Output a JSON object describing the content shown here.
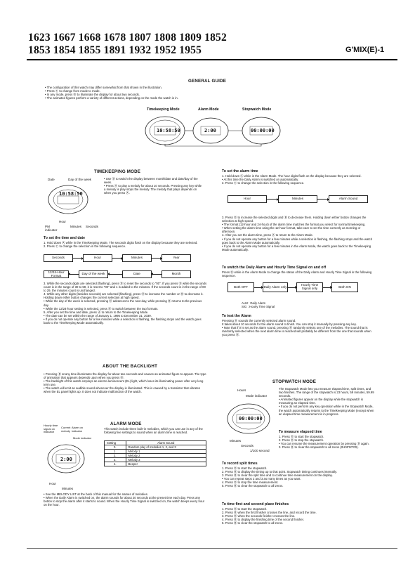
{
  "header": {
    "models_line1": "1623 1667 1668 1678 1807 1808 1809 1852",
    "models_line2": "1853 1854 1855 1891 1932 1952 1955",
    "series": "G'MIX(E)-1"
  },
  "general": {
    "title": "GENERAL GUIDE",
    "lines": [
      "• The configuration of this watch may differ somewhat from that shown in the illustration.",
      "• Press Ⓒ to change from mode to mode.",
      "• In any mode, press Ⓑ to illuminate the display for about two seconds.",
      "• The animated figures perform a variety of different actions, depending on the mode the watch is in."
    ],
    "modes": [
      "Timekeeping Mode",
      "Alarm Mode",
      "Stopwatch Mode"
    ],
    "displays": [
      "10:58:50",
      "2:00",
      "00:00:00"
    ]
  },
  "timekeeping": {
    "title": "TIMEKEEPING MODE",
    "labels": [
      "Date",
      "Day of the week",
      "Hour",
      "Minutes",
      "Seconds",
      "PM indicator"
    ],
    "bullets": [
      "• Use Ⓓ to switch the display between month/date and date/day of the week.",
      "• Press Ⓐ to play a melody for about 10 seconds. Pressing any key while a melody is play stops the melody. The melody that plays depends on when you press Ⓐ."
    ],
    "set_title": "To set the time and date",
    "set_steps": [
      "1. Hold down Ⓐ while in the Timekeeping Mode. The seconds digits flash on the display because they are selected.",
      "2. Press Ⓒ to change the selection in the following sequence."
    ],
    "seq": [
      "Seconds",
      "Hour",
      "Minutes",
      "Year",
      "12/24-Hour Format",
      "Day of the week",
      "Date",
      "Month"
    ],
    "steps2": [
      "3. While the seconds digits are selected (flashing), press Ⓓ to reset the seconds to \"00\". If you press Ⓓ while the seconds count is in the range of 30 to 59, it is reset to \"00\" and 1 is added to the minutes. If the seconds count is in the range of 00 to 29, the minutes count is unchanged.",
      "4. While any other digits (besides seconds) are selected (flashing), press Ⓓ to increase the number or Ⓑ to decrease it. Holding down either button changes the current selection at high speed.",
      "• While the day of the week is selected, pressing Ⓓ advances to the next day, while pressing Ⓑ returns to the previous day.",
      "• While the 12/24-hour setting is selected, press Ⓓ to switch between the two formats.",
      "5. After you set the time and date, press Ⓐ to return to the Timekeeping Mode.",
      "• The date can be set within the range of January 1, 1995 to December 31, 2039.",
      "• If you do not operate any button for a few minutes while a selection is flashing, the flashing stops and the watch goes back to the Timekeeping Mode automatically."
    ]
  },
  "backlight": {
    "title": "ABOUT THE BACKLIGHT",
    "lines": [
      "• Pressing Ⓑ at any time illuminates the display for about two seconds and causes an animated figure to appear. The type of animation that appears depends upon when you press Ⓑ.",
      "• The backlight of this watch employs an electro-luminescent (EL) light, which loses its illuminating power after very long term use.",
      "• The watch will emit an audible sound whenever the display is illuminated. This is caused by a transistor that vibrates when the EL panel lights up. It does not indicate malfunction of the watch."
    ]
  },
  "alarm": {
    "title": "ALARM MODE",
    "labels": [
      "Hourly time signal on indicator",
      "Current melody",
      "Alarm on indicator",
      "Mode indicator",
      "Hour",
      "Minutes"
    ],
    "intro": "This watch include three built-in melodies, which you can use in any of the following five settings to sound when an alarm time is reached.",
    "table_head": [
      "Setting",
      "Alarm Sound"
    ],
    "table_rows": [
      [
        "0.",
        "Random play of melodies 1, 2, and 3"
      ],
      [
        "1.",
        "Melody 1"
      ],
      [
        "2.",
        "Melody 2"
      ],
      [
        "3.",
        "Melody 3"
      ],
      [
        "4.",
        "Beeper"
      ]
    ],
    "notes": [
      "• See the MELODY LIST at the back of this manual for the names of melodies.",
      "• When the Daily Alarm is switched on, the alarm sounds for about 20 seconds at the preset time each day. Press any button to stop the alarm after it starts to sound. When the Hourly Time Signal is switched on, the watch beeps every hour on the hour."
    ]
  },
  "set_alarm": {
    "title": "To set the alarm time",
    "lines": [
      "1. Hold down Ⓐ while in the Alarm Mode. The hour digits flash on the display because they are selected.",
      "• At this time the Daily Alarm is switched on automatically.",
      "2. Press Ⓒ to change the selection in the following sequence."
    ],
    "seq": [
      "Hour",
      "Minutes",
      "Alarm Sound"
    ],
    "lines2": [
      "3. Press Ⓓ to increase the selected digits and Ⓑ to decrease them. Holding down either button changes the selection at high speed.",
      "• The format (12-hour and 24-hour) of the alarm time matches the format you select for normal timekeeping.",
      "• When setting the alarm time using the 12-hour format, take care to set the time correctly as morning or afternoon.",
      "4. After you set the alarm time, press Ⓐ to return to the Alarm Mode.",
      "• If you do not operate any button for a few minutes while a selection is flashing, the flashing stops and the watch goes back to the Alarm Mode automatically.",
      "• If you do not operate any button for a few minutes in the Alarm Mode, the watch goes back to the Timekeeping Mode automatically."
    ]
  },
  "switch": {
    "title": "To switch the Daily Alarm and Hourly Time Signal on and off",
    "line": "Press Ⓓ while in the Alarm Mode to change the status of the Daily Alarm and Hourly Time Signal in the following sequence.",
    "seq": [
      "Both OFF",
      "Daily Alarm only",
      "Hourly Time Signal only",
      "Both ON"
    ],
    "legend": [
      "ALM : Daily Alarm",
      "SIG : Hourly Time Signal"
    ]
  },
  "test": {
    "title": "To test the Alarm",
    "lines": [
      "Pressing Ⓓ sounds the currently selected alarm sound.",
      "It takes about 10 seconds for the alarm sound to finish. You can stop it manually by pressing any key.",
      "• Note that if 0 is set as the alarm sound, pressing Ⓓ randomly selects one of the melodies. The sound that is randomly selected when the next alarm time is reached will probably be different from the one that sounds when you press Ⓓ."
    ]
  },
  "stopwatch": {
    "title": "STOPWATCH MODE",
    "labels": [
      "Hours",
      "Mode indicator",
      "Minutes",
      "Seconds",
      "1/100 second"
    ],
    "intro": [
      "The Stopwatch Mode lets you measure elapsed time, split times, and two finishes. The range of the stopwatch is 23 hours, 59 minutes, 59.99 seconds.",
      "• Animated figures appear on the display while the stopwatch is measuring an elapsed time.",
      "• If you do not perform any key operation while in the Stopwatch Mode, the watch automatically returns to the Timekeeping Mode (except when an elapsed time measurement is in progress."
    ],
    "elapsed_title": "To measure elapsed time",
    "elapsed": [
      "1. Press Ⓓ to start the stopwatch.",
      "2. Press Ⓓ to stop the stopwatch.",
      "• You can resume the measurement operation by pressing Ⓓ again.",
      "3. Press Ⓑ to clear the stopwatch to all zeros (0H00'00\"00)."
    ],
    "split_title": "To record split times",
    "split": [
      "1. Press Ⓓ to start the stopwatch.",
      "2. Press Ⓑ to display the timing up to that point. Stopwatch timing continues internally.",
      "3. Press Ⓑ to clear the split time and to continue time measurement on the display.",
      "• You can repeat steps 2 and 3 as many times as you want.",
      "4. Press Ⓓ to stop the time measurement.",
      "5. Press Ⓑ to clear the stopwatch to all zeros."
    ],
    "finish_title": "To time first and second place finishes",
    "finish": [
      "1. Press Ⓓ to start the stopwatch.",
      "2. Press Ⓑ when the first finisher crosses the line, and record the time.",
      "3. Press Ⓓ when the seconds finisher crosses the line.",
      "4. Press Ⓑ to display the finishing time of the second finisher.",
      "5. Press Ⓑ to clear the stopwatch to all zeros."
    ]
  }
}
